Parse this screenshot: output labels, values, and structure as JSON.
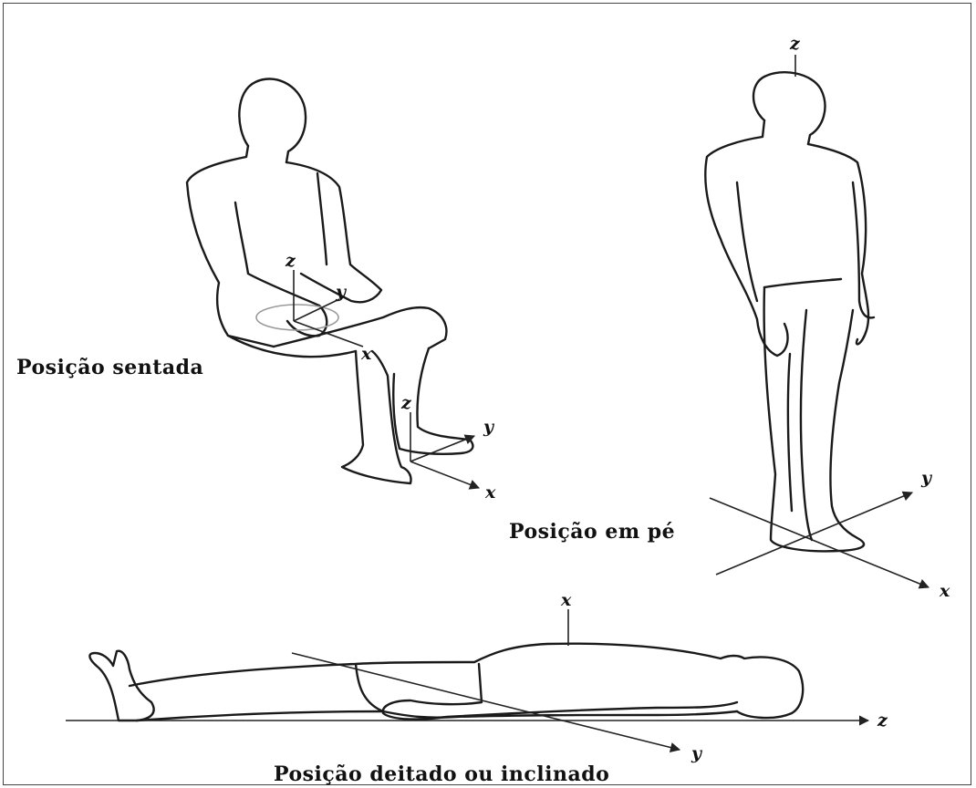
{
  "labels": {
    "seated": "Posição sentada",
    "standing": "Posição em pé",
    "lying": "Posição deitado ou inclinado"
  },
  "axes": {
    "x": "x",
    "y": "y",
    "z": "z"
  },
  "colors": {
    "ink": "#1a1a1a",
    "background": "#ffffff",
    "seat_ellipse": "#9a9a9a"
  }
}
